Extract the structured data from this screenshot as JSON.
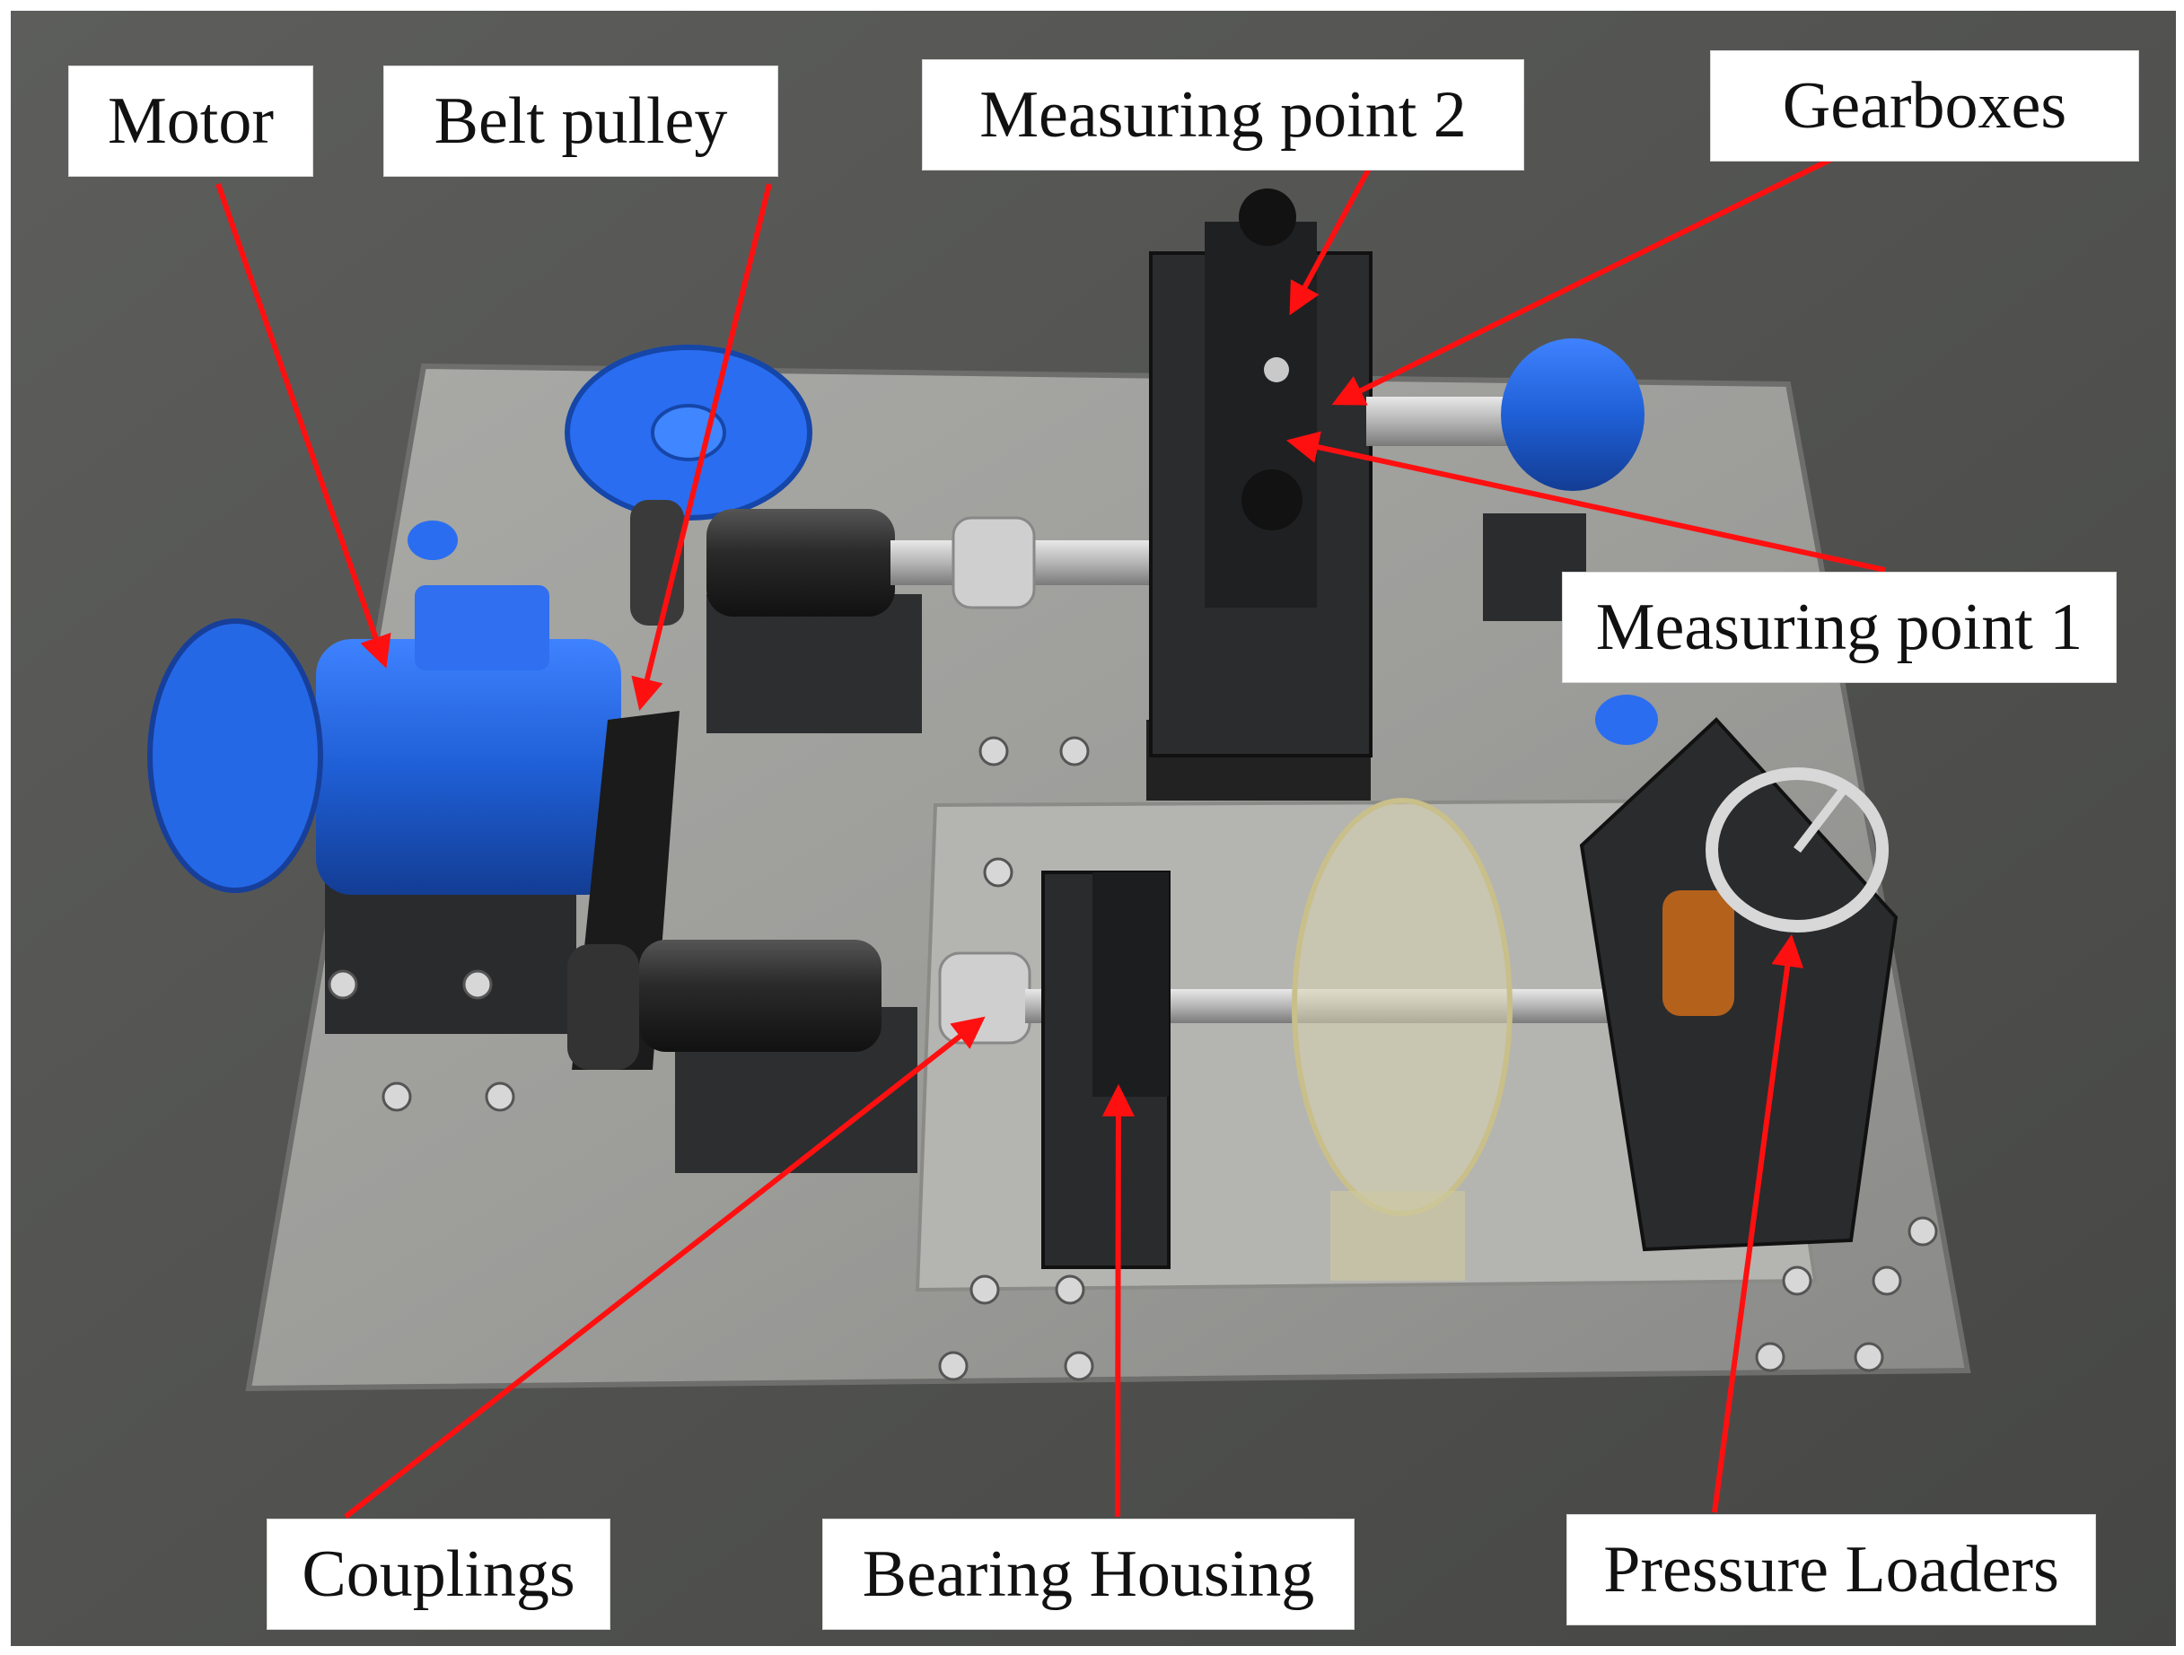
{
  "image": {
    "subject": "Rotor test rig on a steel base plate",
    "colors": {
      "arrow": "#ff1010",
      "motor": "#1f5fd6",
      "plate": "#9a9a98",
      "floor": "#505150",
      "housing": "#2b2c2e"
    }
  },
  "labels": {
    "motor": "Motor",
    "belt_pulley": "Belt pulley",
    "measuring_point_2": "Measuring point 2",
    "gearboxes": "Gearboxes",
    "measuring_point_1": "Measuring point 1",
    "couplings": "Couplings",
    "bearing_housing": "Bearing Housing",
    "pressure_loaders": "Pressure Loaders"
  }
}
